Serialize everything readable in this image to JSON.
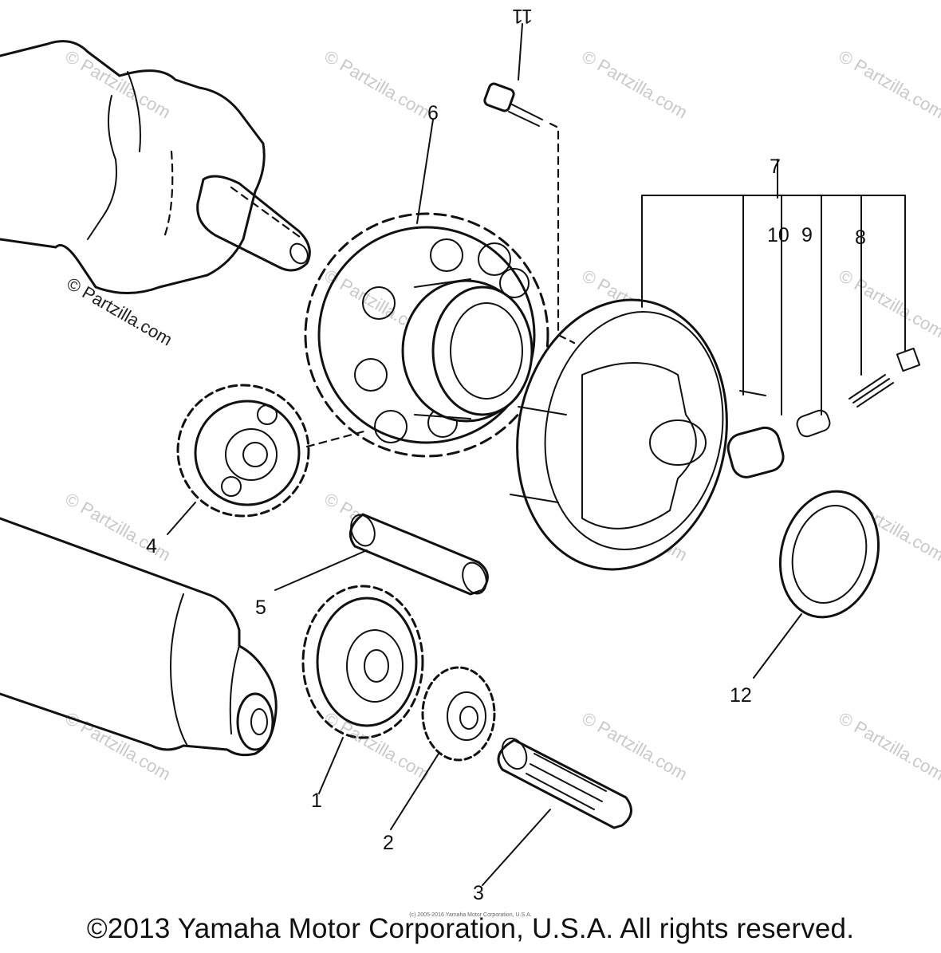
{
  "diagram": {
    "callouts": [
      "1",
      "2",
      "3",
      "4",
      "5",
      "6",
      "7",
      "8",
      "9",
      "10",
      "11",
      "12"
    ],
    "watermark": "© Partzilla.com",
    "watermark_visible": "© Partzilla.com"
  },
  "footer": {
    "copyright": "©2013 Yamaha Motor Corporation, U.S.A. All rights reserved.",
    "small_copyright": "(c) 2005-2016 Yamaha Motor Corporation, U.S.A."
  }
}
